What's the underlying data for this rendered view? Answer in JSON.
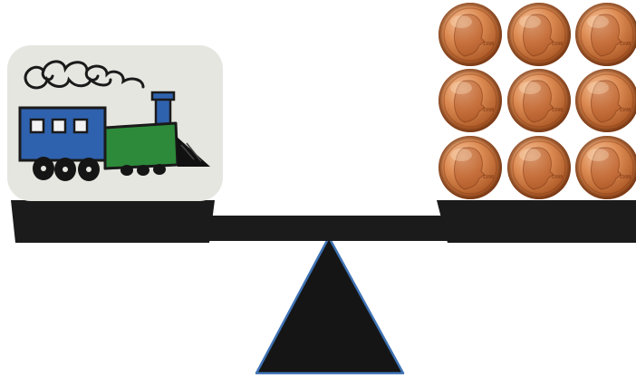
{
  "scene": {
    "left_object": "train-toy-drawing",
    "right_object": "penny-stack",
    "balance": "level"
  },
  "pennies": {
    "count": 9,
    "year_text": "1998"
  },
  "colors": {
    "background": "#ffffff",
    "beam": "#1b1b1b",
    "fulcrum_fill": "#151515",
    "fulcrum_outline": "#3f73b5",
    "train_card_bg": "#e6e6e1",
    "train_car_blue": "#2f62ae",
    "train_engine_green": "#2d8a3a",
    "penny_copper": "#d98048",
    "penny_highlight": "#f4b689",
    "penny_shadow": "#9c4a1f"
  }
}
